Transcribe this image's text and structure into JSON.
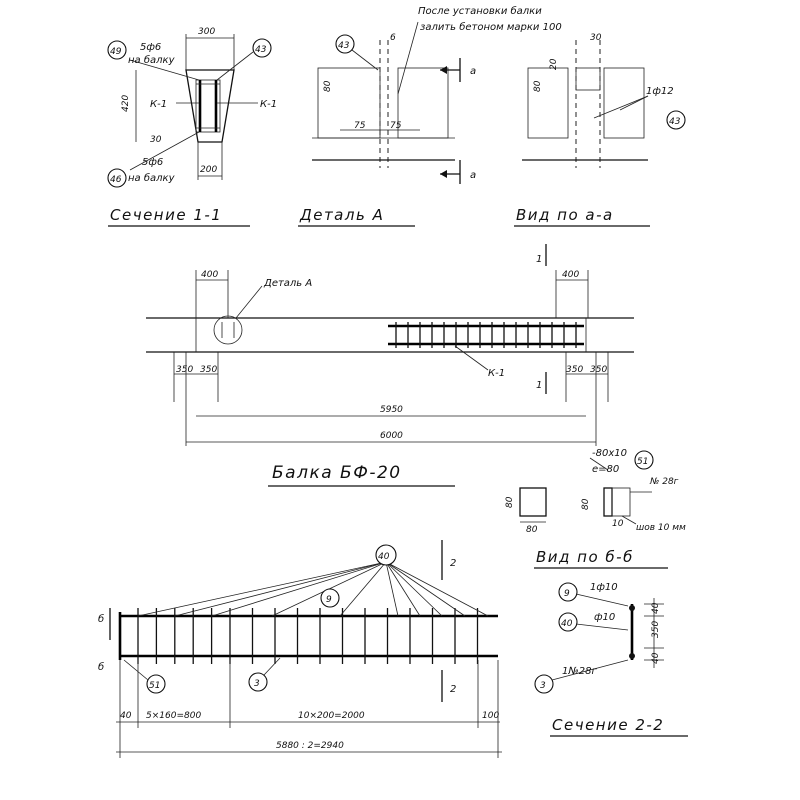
{
  "section_1_1": {
    "title": "Сечение 1-1",
    "dim_top": "300",
    "dim_bottom": "200",
    "dim_side": "420",
    "dim_30": "30",
    "label_frame_left": "К-1",
    "label_frame_right": "К-1",
    "rebar_top": "5ф6",
    "rebar_top_note": "на балку",
    "rebar_bottom": "5ф6",
    "rebar_bottom_note": "на балку",
    "pos_49": "49",
    "pos_43": "43",
    "pos_46": "46"
  },
  "detail_a": {
    "title": "Деталь А",
    "note_line1": "После установки балки",
    "note_line2": "залить бетоном марки 100",
    "dim_6": "6",
    "dim_80": "80",
    "dim_75_left": "75",
    "dim_75_right": "75",
    "pos_43": "43",
    "section_mark_top": "а",
    "section_mark_bottom": "а"
  },
  "view_a_a": {
    "title": "Вид по а-а",
    "dim_30": "30",
    "dim_20": "20",
    "dim_80": "80",
    "rebar": "1ф12",
    "pos_43": "43"
  },
  "beam": {
    "title": "Балка БФ-20",
    "detail_label": "Деталь А",
    "frame_label": "К-1",
    "dim_400_left": "400",
    "dim_400_right": "400",
    "dim_350_1": "350",
    "dim_350_2": "350",
    "dim_350_3": "350",
    "dim_350_4": "350",
    "dim_5950": "5950",
    "dim_6000": "6000",
    "section_mark_top": "1",
    "section_mark_bottom": "1"
  },
  "view_b_b": {
    "title": "Вид по б-б",
    "plate": "-80х10",
    "e_value": "е=80",
    "pos_51": "51",
    "channel": "№ 28г",
    "dim_80_a": "80",
    "dim_80_b": "80",
    "dim_80_c": "80",
    "dim_10": "10",
    "weld": "шов 10 мм"
  },
  "frame_detail": {
    "pos_40": "40",
    "pos_9": "9",
    "pos_3": "3",
    "pos_51": "51",
    "section_mark": "2",
    "section_mark_bottom": "2",
    "view_mark_top": "б",
    "view_mark_bottom": "б",
    "dim_40": "40",
    "dim_5x160": "5×160=800",
    "dim_10x200": "10×200=2000",
    "dim_100": "100",
    "dim_total": "5880 : 2=2940"
  },
  "section_2_2": {
    "title": "Сечение 2-2",
    "pos_9": "9",
    "pos_40": "40",
    "pos_3": "3",
    "rebar_top": "1ф10",
    "rebar_mid": "ф10",
    "channel": "1№28г",
    "dim_40_top": "40",
    "dim_350": "350",
    "dim_40_bottom": "40"
  }
}
